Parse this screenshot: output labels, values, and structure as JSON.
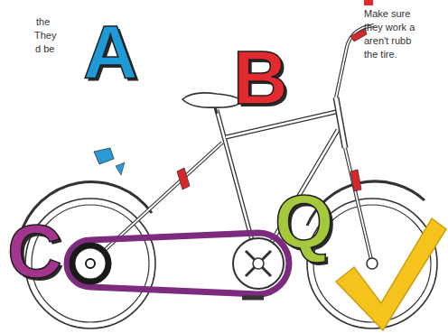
{
  "diagram": {
    "labels": [
      "the",
      "They",
      "d be",
      "A",
      "Make sure",
      "they work a",
      "aren't rubb",
      "the tire.",
      "B",
      "C",
      "Q"
    ]
  }
}
